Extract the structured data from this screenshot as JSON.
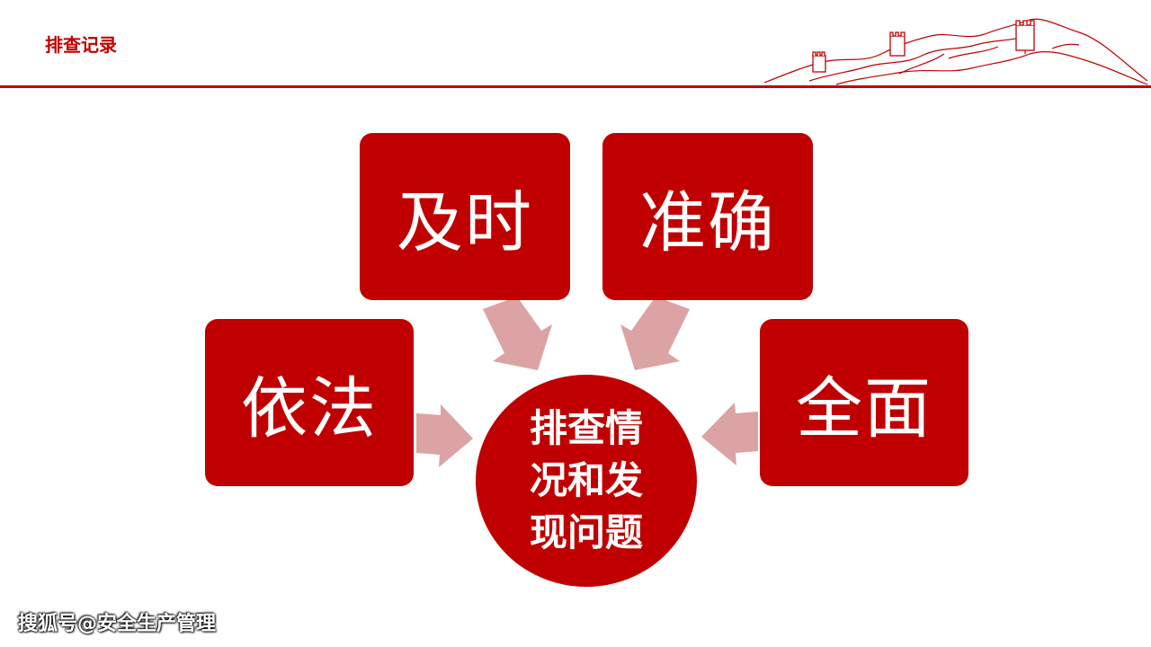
{
  "header": {
    "title": "排查记录"
  },
  "diagram": {
    "center_lines": [
      "排查情",
      "况和发",
      "现问题"
    ],
    "boxes": {
      "timely": "及时",
      "accurate": "准确",
      "lawful": "依法",
      "complete": "全面"
    }
  },
  "watermark": "搜狐号@安全生产管理",
  "colors": {
    "primary": "#c00000",
    "arrow": "#dba3a3",
    "background": "#ffffff"
  }
}
